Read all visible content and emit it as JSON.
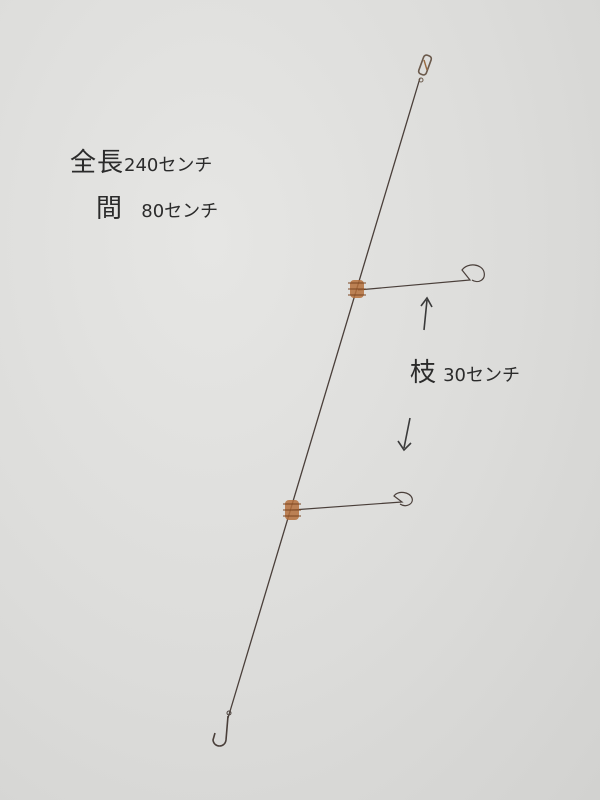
{
  "notes": {
    "total_kanji": "全長",
    "total_value": "240センチ",
    "gap_kanji": "間",
    "gap_value": "80センチ",
    "branch_kanji": "枝",
    "branch_value": "30センチ"
  },
  "colors": {
    "line": "#4a3f3a",
    "knot": "#b5703c",
    "ink": "#2b2b2b",
    "paper": "#dcdcda"
  }
}
